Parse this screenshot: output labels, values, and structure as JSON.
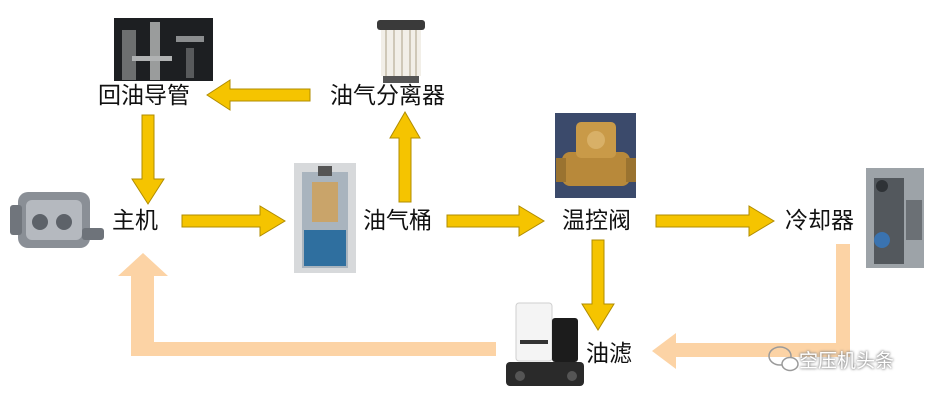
{
  "labels": {
    "host": "主机",
    "oil_tank": "油气桶",
    "separator": "油气分离器",
    "return_pipe": "回油导管",
    "thermo_valve": "温控阀",
    "cooler": "冷却器",
    "oil_filter": "油滤"
  },
  "watermark": "空压机头条",
  "colors": {
    "main_arrow": "#f5c400",
    "main_arrow_outline": "#b08c00",
    "return_arrow": "#fcd3a5"
  }
}
